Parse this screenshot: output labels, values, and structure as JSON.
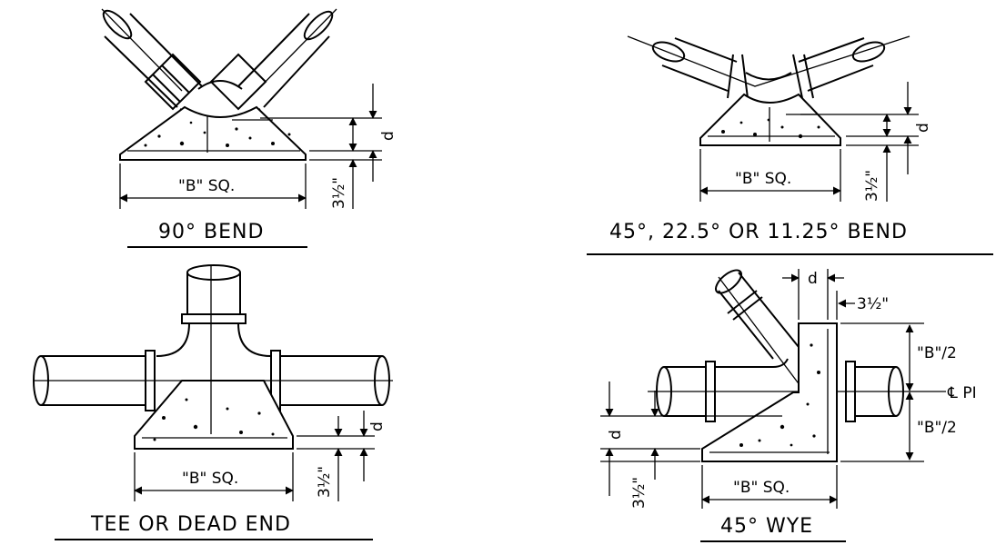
{
  "diagram": {
    "panels": [
      {
        "id": "bend90",
        "title": "90° BEND",
        "width_label": "\"B\" SQ.",
        "depth_label": "d",
        "min_label": "3½\""
      },
      {
        "id": "bend45",
        "title": "45°, 22.5° OR 11.25° BEND",
        "width_label": "\"B\" SQ.",
        "depth_label": "d",
        "min_label": "3½\""
      },
      {
        "id": "tee",
        "title": "TEE OR DEAD END",
        "width_label": "\"B\" SQ.",
        "depth_label": "d",
        "min_label": "3½\""
      },
      {
        "id": "wye",
        "title": "45° WYE",
        "width_label": "\"B\" SQ.",
        "depth_label": "d",
        "min_label": "3½\"",
        "side_min_label": "3½\"",
        "half_label_top": "\"B\"/2",
        "half_label_bottom": "\"B\"/2",
        "centerline_label": "℄ PI"
      }
    ]
  }
}
